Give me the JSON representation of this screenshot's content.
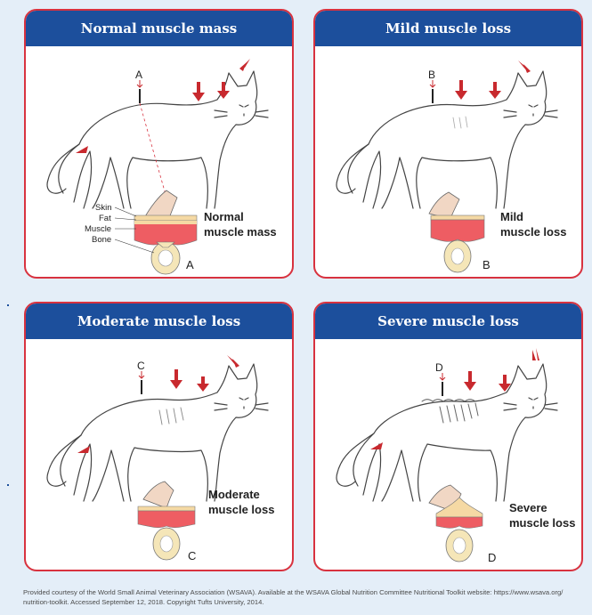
{
  "panels": [
    {
      "title": "Normal muscle mass",
      "marker": "A",
      "caption_line1": "Normal",
      "caption_line2": "muscle mass",
      "tissue_labels": [
        "Skin",
        "Fat",
        "Muscle",
        "Bone"
      ]
    },
    {
      "title": "Mild muscle loss",
      "marker": "B",
      "caption_line1": "Mild",
      "caption_line2": "muscle loss"
    },
    {
      "title": "Moderate muscle loss",
      "marker": "C",
      "caption_line1": "Moderate",
      "caption_line2": "muscle loss"
    },
    {
      "title": "Severe muscle loss",
      "marker": "D",
      "caption_line1": "Severe",
      "caption_line2": "muscle loss"
    }
  ],
  "footer": {
    "line1": "Provided courtesy of the World Small Animal Veterinary Association (WSAVA). Available at the WSAVA Global Nutrition Committee Nutritional Toolkit website: https://www.wsava.org/",
    "line2": "nutrition-toolkit. Accessed September 12, 2018. Copyright Tufts University, 2014."
  },
  "colors": {
    "header": "#1c4f9c",
    "border": "#d8323f",
    "arrow": "#c8292e",
    "muscle": "#ee5d63",
    "fat": "#f5d9a4",
    "background": "#e4eef8"
  }
}
